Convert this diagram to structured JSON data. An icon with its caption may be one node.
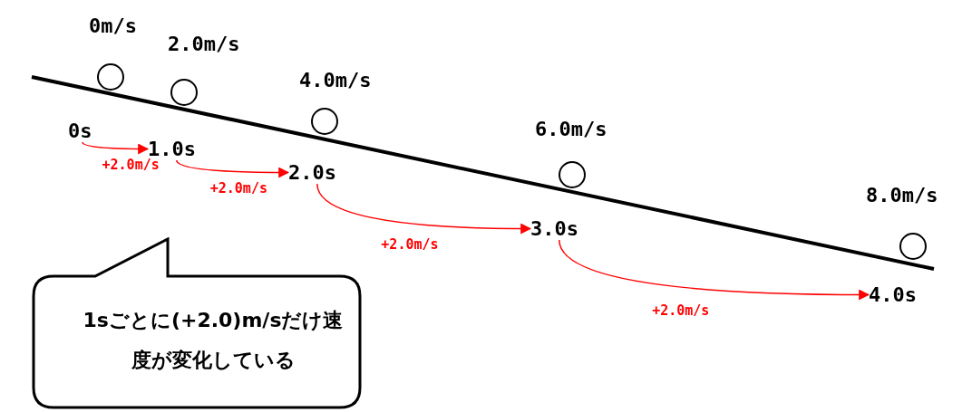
{
  "diagram": {
    "nodes": [
      {
        "text": [],
        "shape": "circle",
        "beside": [
          "0m/s"
        ]
      },
      {
        "text": [],
        "shape": "circle",
        "beside": [
          "2.0m/s"
        ]
      },
      {
        "text": [],
        "shape": "circle",
        "beside": [
          "4.0m/s"
        ]
      },
      {
        "text": [],
        "shape": "circle",
        "beside": [
          "6.0m/s"
        ]
      },
      {
        "text": [],
        "shape": "circle",
        "beside": [
          "8.0m/s"
        ]
      },
      {
        "text": [
          "0s"
        ]
      },
      {
        "text": [
          "1.0s"
        ]
      },
      {
        "text": [
          "2.0s"
        ]
      },
      {
        "text": [
          "3.0s"
        ]
      },
      {
        "text": [
          "4.0s"
        ]
      },
      {
        "text": [
          "1sごとに(+2.0)m/sだけ速度が変化している"
        ]
      }
    ],
    "edges": [
      {
        "from": 5,
        "to": 6,
        "arrow": "to",
        "label": "+2.0m/s",
        "color": "#ff0000"
      },
      {
        "from": 6,
        "to": 7,
        "arrow": "to",
        "label": "+2.0m/s",
        "color": "#ff0000"
      },
      {
        "from": 7,
        "to": 8,
        "arrow": "to",
        "label": "+2.0m/s",
        "color": "#ff0000"
      },
      {
        "from": 8,
        "to": 9,
        "arrow": "to",
        "label": "+2.0m/s",
        "color": "#ff0000"
      }
    ]
  }
}
